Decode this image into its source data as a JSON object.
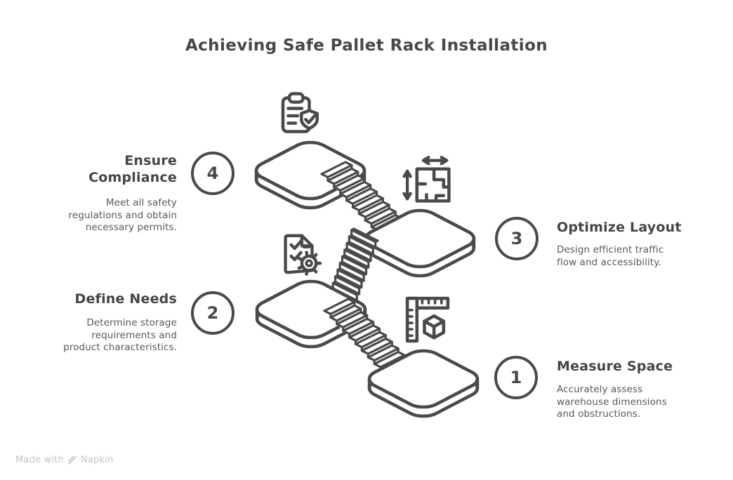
{
  "title": "Achieving Safe Pallet Rack Installation",
  "steps": [
    {
      "number": "1",
      "title": "Measure Space",
      "description": [
        "Accurately assess",
        "warehouse dimensions",
        "and obstructions."
      ],
      "icon": "corner-ruler-cube-icon"
    },
    {
      "number": "2",
      "title": "Define Needs",
      "description": [
        "Determine storage",
        "requirements and",
        "product characteristics."
      ],
      "icon": "document-checklist-gear-icon"
    },
    {
      "number": "3",
      "title": "Optimize Layout",
      "description": [
        "Design efficient traffic",
        "flow and accessibility."
      ],
      "icon": "floor-plan-dimensions-icon"
    },
    {
      "number": "4",
      "title": "Ensure Compliance",
      "description": [
        "Meet all safety",
        "regulations and obtain",
        "necessary permits."
      ],
      "icon": "clipboard-shield-check-icon"
    }
  ],
  "watermark": {
    "prefix": "Made with",
    "brand": "Napkin"
  },
  "colors": {
    "ink": "#4a4a4a",
    "body_text": "#585858",
    "watermark": "#c3c3c3",
    "background": "#ffffff"
  }
}
